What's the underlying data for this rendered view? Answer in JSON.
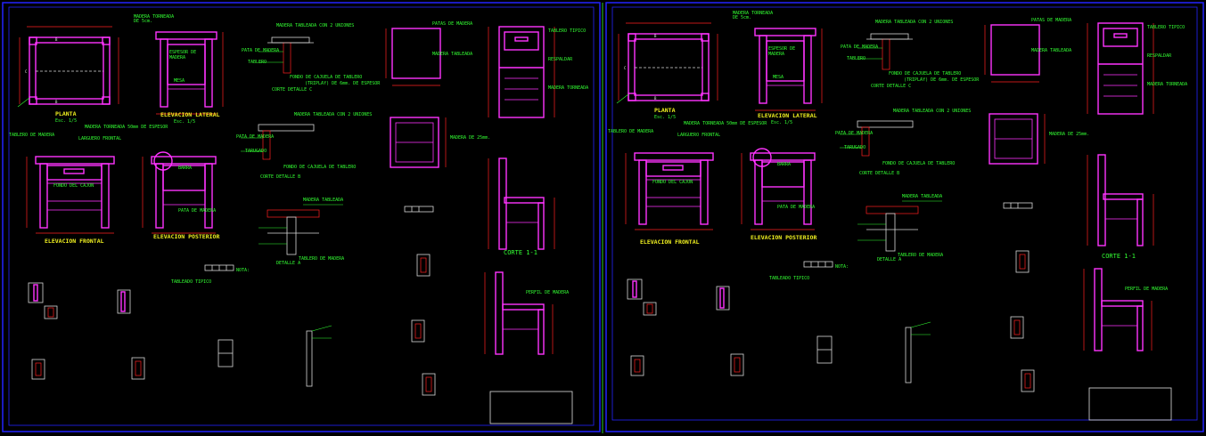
{
  "colors": {
    "background": "#000000",
    "frame": "#2222ff",
    "outline": "#ff33ff",
    "dimension": "#ff2020",
    "label_title": "#f0f020",
    "label_note": "#33ff33",
    "line_white": "#d8d8d8"
  },
  "sheets": [
    {
      "titles": {
        "planta": "PLANTA",
        "elev_lateral": "ELEVACION LATERAL",
        "elev_frontal": "ELEVACION FRONTAL",
        "elev_posterior": "ELEVACION POSTERIOR",
        "corte": "CORTE 1-1",
        "tableado": "TABLEADO TIPICO",
        "detalle_a": "DETALLE A"
      },
      "scales": {
        "planta": "Esc. 1/5",
        "lateral": "Esc. 1/5"
      }
    },
    {
      "titles": {
        "planta": "PLANTA",
        "elev_lateral": "ELEVACION LATERAL",
        "elev_frontal": "ELEVACION FRONTAL",
        "elev_posterior": "ELEVACION POSTERIOR",
        "corte": "CORTE 1-1",
        "tableado": "TABLEADO TIPICO",
        "detalle_a": "DETALLE A"
      },
      "scales": {
        "planta": "Esc. 1/5",
        "lateral": "Esc. 1/5"
      }
    }
  ]
}
